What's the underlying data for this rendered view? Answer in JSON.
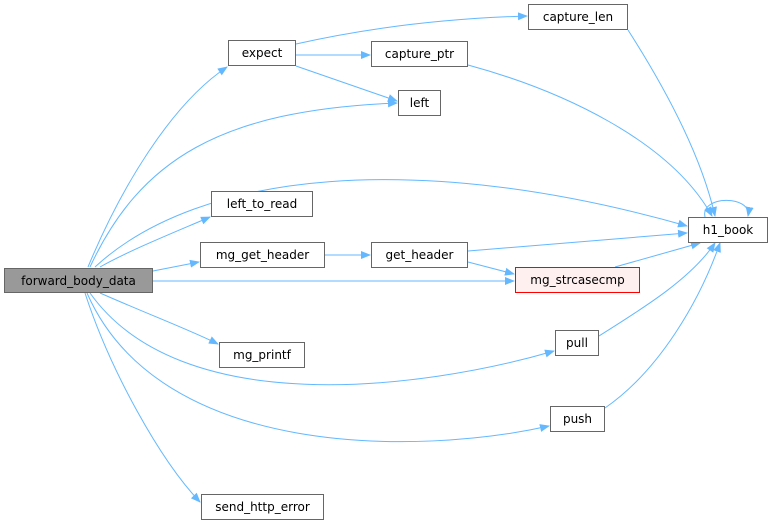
{
  "nodes": {
    "forward_body_data": "forward_body_data",
    "expect": "expect",
    "capture_len": "capture_len",
    "capture_ptr": "capture_ptr",
    "left": "left",
    "left_to_read": "left_to_read",
    "mg_get_header": "mg_get_header",
    "get_header": "get_header",
    "mg_strcasecmp": "mg_strcasecmp",
    "h1_book": "h1_book",
    "mg_printf": "mg_printf",
    "pull": "pull",
    "push": "push",
    "send_http_error": "send_http_error"
  },
  "colors": {
    "edge": "#63b8ff",
    "node_border": "#666666",
    "root_fill": "#999999",
    "highlight_border": "#ff0000",
    "highlight_fill": "#fff0f0"
  },
  "edges": [
    [
      "forward_body_data",
      "expect"
    ],
    [
      "forward_body_data",
      "left"
    ],
    [
      "forward_body_data",
      "h1_book"
    ],
    [
      "forward_body_data",
      "left_to_read"
    ],
    [
      "forward_body_data",
      "mg_get_header"
    ],
    [
      "forward_body_data",
      "mg_strcasecmp"
    ],
    [
      "forward_body_data",
      "mg_printf"
    ],
    [
      "forward_body_data",
      "pull"
    ],
    [
      "forward_body_data",
      "push"
    ],
    [
      "forward_body_data",
      "send_http_error"
    ],
    [
      "expect",
      "capture_len"
    ],
    [
      "expect",
      "capture_ptr"
    ],
    [
      "expect",
      "left"
    ],
    [
      "capture_len",
      "h1_book"
    ],
    [
      "capture_ptr",
      "h1_book"
    ],
    [
      "mg_get_header",
      "get_header"
    ],
    [
      "get_header",
      "h1_book"
    ],
    [
      "get_header",
      "mg_strcasecmp"
    ],
    [
      "mg_strcasecmp",
      "h1_book"
    ],
    [
      "pull",
      "h1_book"
    ],
    [
      "push",
      "h1_book"
    ],
    [
      "h1_book",
      "h1_book"
    ]
  ]
}
